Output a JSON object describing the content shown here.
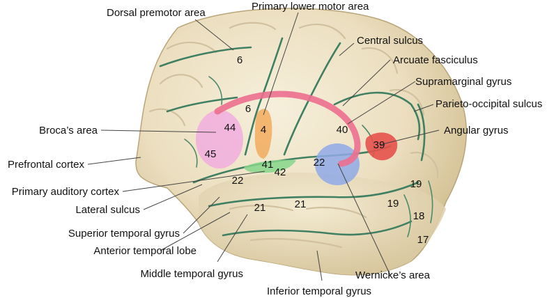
{
  "title": "",
  "colors": {
    "background": "#ffffff",
    "brain_base": "#efe6cd",
    "brain_shadow": "#cdbc93",
    "sulcus": "#3f7f62",
    "arcuate_fasciculus": "#ec6f8f",
    "broca_area": "#f1a6e1",
    "primary_motor_area": "#f2ac5e",
    "auditory_area": "#86d68a",
    "wernicke_area": "#8fa9e8",
    "angular_gyrus": "#e5524c"
  },
  "labels": [
    {
      "id": "dorsal-premotor-area",
      "text": "Dorsal premotor area",
      "anchor": "start"
    },
    {
      "id": "primary-lower-motor-area",
      "text": "Primary lower motor area",
      "anchor": "start"
    },
    {
      "id": "central-sulcus",
      "text": "Central sulcus",
      "anchor": "start"
    },
    {
      "id": "arcuate-fasciculus",
      "text": "Arcuate fasciculus",
      "anchor": "start"
    },
    {
      "id": "supramarginal-gyrus",
      "text": "Supramarginal gyrus",
      "anchor": "start"
    },
    {
      "id": "parieto-occipital-sulcus",
      "text": "Parieto-occipital sulcus",
      "anchor": "start"
    },
    {
      "id": "brocas-area",
      "text": "Broca’s area",
      "anchor": "end"
    },
    {
      "id": "angular-gyrus",
      "text": "Angular gyrus",
      "anchor": "start"
    },
    {
      "id": "prefrontal-cortex",
      "text": "Prefrontal cortex",
      "anchor": "end"
    },
    {
      "id": "primary-auditory-cortex",
      "text": "Primary auditory cortex",
      "anchor": "end"
    },
    {
      "id": "lateral-sulcus",
      "text": "Lateral sulcus",
      "anchor": "end"
    },
    {
      "id": "superior-temporal-gyrus",
      "text": "Superior temporal gyrus",
      "anchor": "end"
    },
    {
      "id": "anterior-temporal-lobe",
      "text": "Anterior temporal lobe",
      "anchor": "end"
    },
    {
      "id": "middle-temporal-gyrus",
      "text": "Middle temporal gyrus",
      "anchor": "end"
    },
    {
      "id": "wernickes-area",
      "text": "Wernicke’s area",
      "anchor": "start"
    },
    {
      "id": "inferior-temporal-gyrus",
      "text": "Inferior temporal gyrus",
      "anchor": "start"
    }
  ],
  "area_numbers": [
    {
      "id": "6-dorsal",
      "text": "6"
    },
    {
      "id": "6-premotor",
      "text": "6"
    },
    {
      "id": "4",
      "text": "4"
    },
    {
      "id": "44",
      "text": "44"
    },
    {
      "id": "45",
      "text": "45"
    },
    {
      "id": "40",
      "text": "40"
    },
    {
      "id": "39",
      "text": "39"
    },
    {
      "id": "41",
      "text": "41"
    },
    {
      "id": "42",
      "text": "42"
    },
    {
      "id": "22-wernicke",
      "text": "22"
    },
    {
      "id": "22-superior",
      "text": "22"
    },
    {
      "id": "21-anterior",
      "text": "21"
    },
    {
      "id": "21-middle",
      "text": "21"
    },
    {
      "id": "19-upper",
      "text": "19"
    },
    {
      "id": "19-lower",
      "text": "19"
    },
    {
      "id": "18",
      "text": "18"
    },
    {
      "id": "17",
      "text": "17"
    }
  ]
}
